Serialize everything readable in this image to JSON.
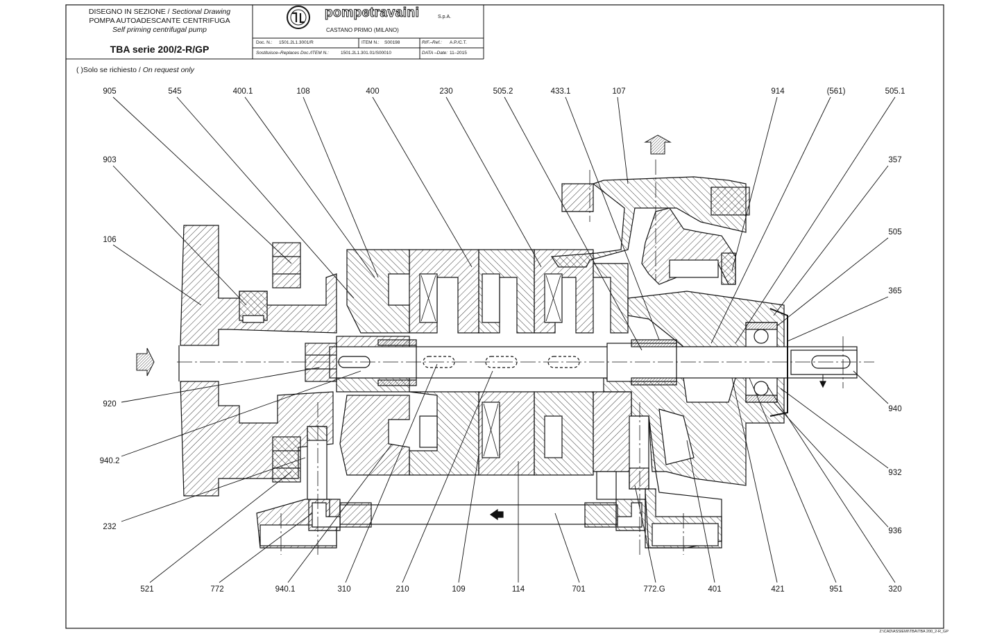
{
  "title_block": {
    "line1_it": "DISEGNO IN SEZIONE / ",
    "line1_en": "Sectional Drawing",
    "line2_it": "POMPA AUTOADESCANTE CENTRIFUGA",
    "line3_en": "Self priming centrifugal pump",
    "model": "TBA serie 200/2-R/GP",
    "company": "pompetravaini",
    "company_suffix": "S.p.A.",
    "city": "CASTANO PRIMO (MILANO)",
    "doc_label": "Doc. N.:",
    "doc_value": "1501.2L1.3001/R",
    "item_label": "ITEM N.:",
    "item_value": "S00198",
    "rif_label": "RIF.–Ref.:",
    "rif_value": "A.P./C.T.",
    "replaces_label": "Sostituisce–Replaces Doc./ITEM N.:",
    "replaces_value": "1501.2L1.301.01/S00010",
    "date_label": "DATA –Date:",
    "date_value": "11–2015"
  },
  "note": {
    "prefix": "( )Solo se richiesto / ",
    "italic": "On request only"
  },
  "callouts_top": [
    "905",
    "545",
    "400.1",
    "108",
    "400",
    "230",
    "505.2",
    "433.1",
    "107",
    "914",
    "(561)",
    "505.1"
  ],
  "callouts_left": [
    "903",
    "106",
    "920",
    "940.2",
    "232"
  ],
  "callouts_right": [
    "357",
    "505",
    "365",
    "940",
    "932",
    "936"
  ],
  "callouts_bottom": [
    "521",
    "772",
    "940.1",
    "310",
    "210",
    "109",
    "114",
    "701",
    "772.G",
    "401",
    "421",
    "951",
    "320"
  ],
  "footer_path": "Z:\\CAD\\ASSIEMI\\TBA\\TBA 200_2-R_GP"
}
